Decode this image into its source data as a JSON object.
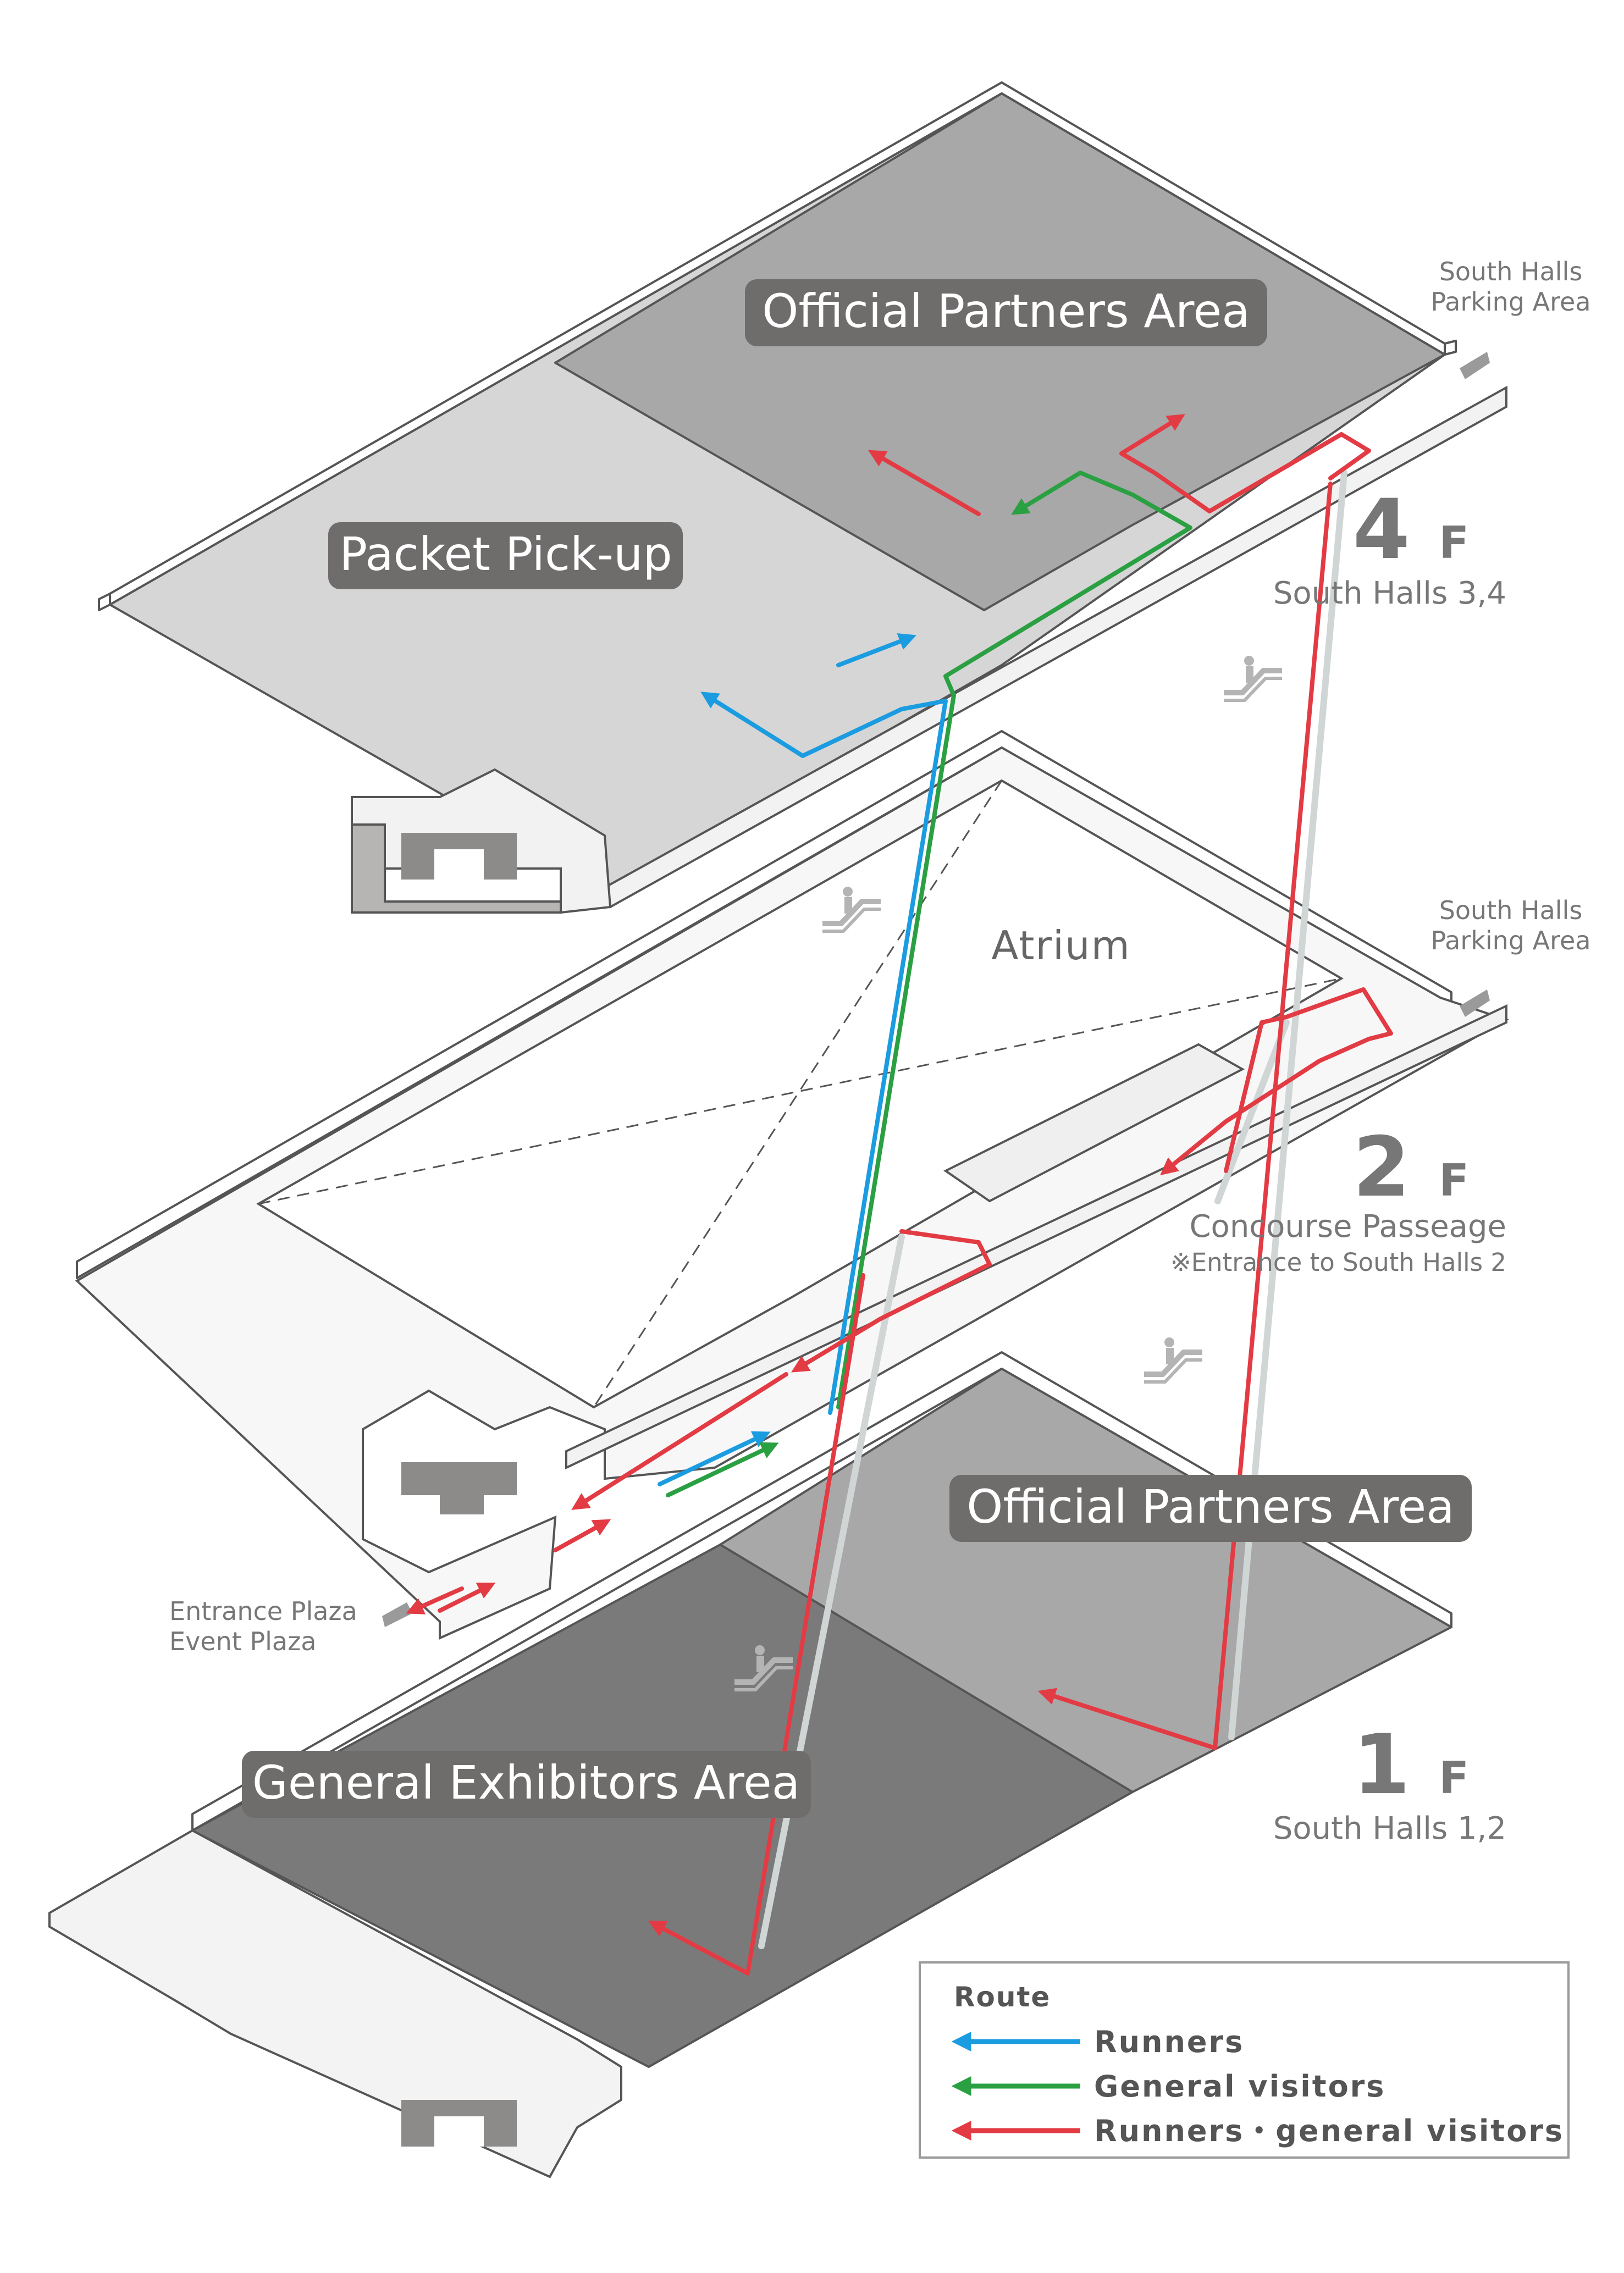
{
  "floors": {
    "f4": {
      "number": "4",
      "suffix": "F",
      "name": "South Halls 3,4",
      "areas": [
        "Official Partners Area",
        "Packet Pick-up"
      ],
      "side_label": [
        "South Halls",
        "Parking Area"
      ]
    },
    "f2": {
      "number": "2",
      "suffix": "F",
      "name": "Concourse Passeage",
      "note": "※Entrance to South Halls 2",
      "center_label": "Atrium",
      "side_label": [
        "South Halls",
        "Parking Area"
      ],
      "entrance_label": [
        "Entrance Plaza",
        "Event Plaza"
      ]
    },
    "f1": {
      "number": "1",
      "suffix": "F",
      "name": "South Halls 1,2",
      "areas": [
        "Official Partners Area",
        "General Exhibitors Area"
      ]
    }
  },
  "legend": {
    "title": "Route",
    "items": [
      {
        "label": "Runners",
        "color": "#1b9ce0"
      },
      {
        "label": "General visitors",
        "color": "#2aa043"
      },
      {
        "label": "Runners・general visitors",
        "color": "#e33b44"
      }
    ]
  },
  "colors": {
    "partners_area": "#a9a8a9",
    "pickup_area": "#d6d6d6",
    "exhibitors_area": "#7b7a7b",
    "corridor": "#f2f2f2",
    "label_bg": "#6f6c6c",
    "wall_line": "#555555"
  },
  "icons": [
    "escalator-icon",
    "exit-arrow-icon"
  ]
}
